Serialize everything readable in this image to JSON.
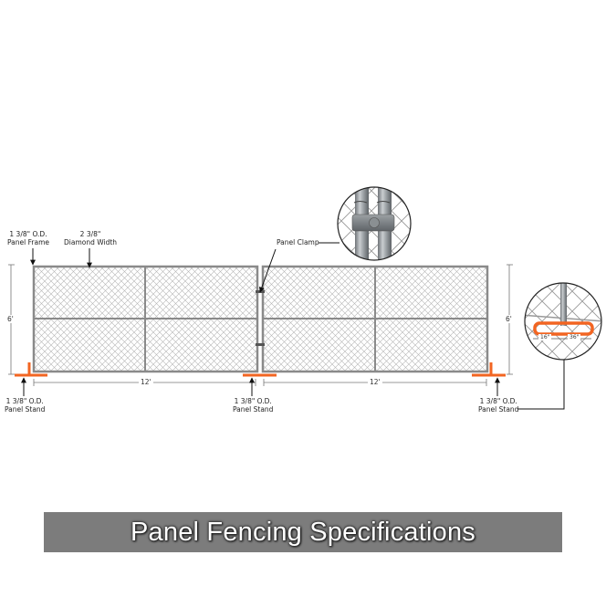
{
  "title": "Panel Fencing Specifications",
  "labels": {
    "panel_frame": [
      "1 3/8\" O.D.",
      "Panel Frame"
    ],
    "diamond_width": [
      "2 3/8\"",
      "Diamond Width"
    ],
    "panel_clamp": "Panel Clamp",
    "stand_left": [
      "1 3/8\" O.D.",
      "Panel Stand"
    ],
    "stand_middle": [
      "1 3/8\" O.D.",
      "Panel Stand"
    ],
    "stand_right": [
      "1 3/8\" O.D.",
      "Panel Stand"
    ]
  },
  "dimensions": {
    "height_left": "6'",
    "height_right": "6'",
    "width_left": "12'",
    "width_right": "12'",
    "stand_short": "16\"",
    "stand_long": "36\""
  },
  "colors": {
    "frame": "#8a8a8a",
    "stand": "#f26522",
    "banner": "#7c7c7c",
    "banner_text": "#ffffff"
  }
}
